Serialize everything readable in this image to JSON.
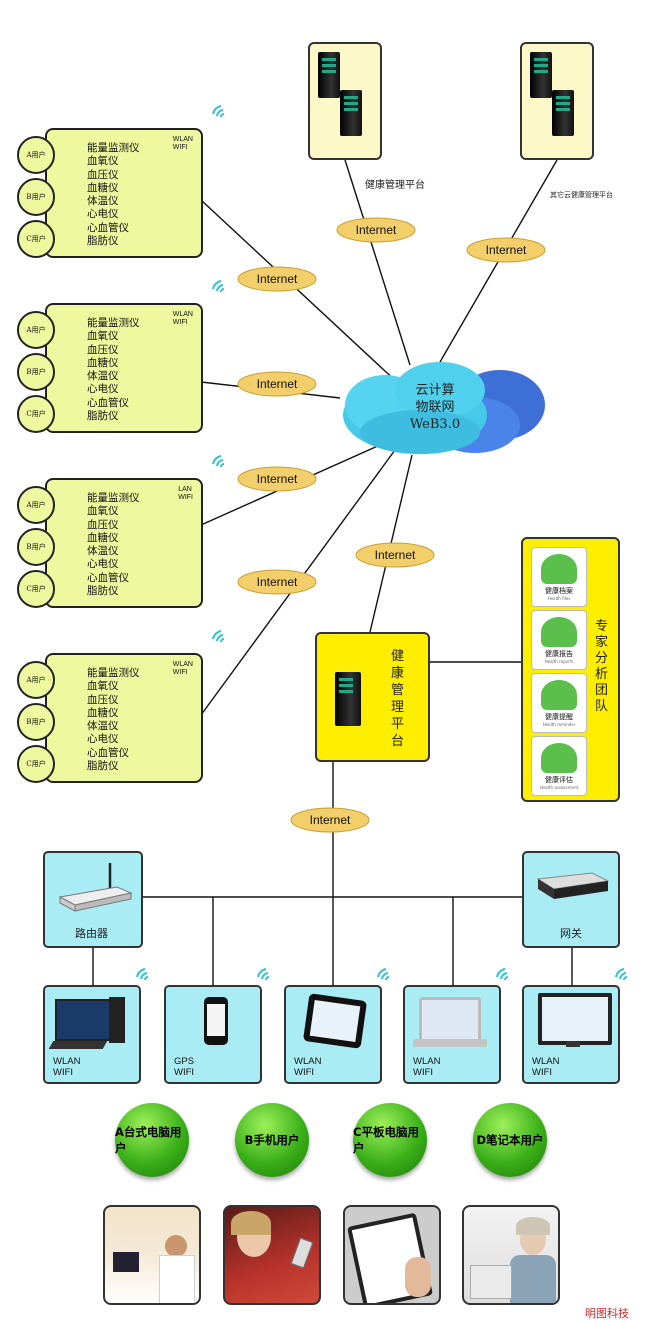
{
  "cloud": {
    "line1": "云计算",
    "line2": "物联网",
    "line3": "WeB3.0"
  },
  "internet_label": "Internet",
  "panels": [
    {
      "net": [
        "WLAN",
        "WIFI"
      ],
      "users": [
        "A用户",
        "B用户",
        "C用户"
      ],
      "devices": [
        "能量监测仪",
        "血氧仪",
        "血压仪",
        "血糖仪",
        "体温仪",
        "心电仪",
        "心血管仪",
        "脂肪仪"
      ]
    },
    {
      "net": [
        "WLAN",
        "WIFI"
      ],
      "users": [
        "A用户",
        "B用户",
        "C用户"
      ],
      "devices": [
        "能量监测仪",
        "血氧仪",
        "血压仪",
        "血糖仪",
        "体温仪",
        "心电仪",
        "心血管仪",
        "脂肪仪"
      ]
    },
    {
      "net": [
        "LAN",
        "WIFI"
      ],
      "users": [
        "A用户",
        "B用户",
        "C用户"
      ],
      "devices": [
        "能量监测仪",
        "血氧仪",
        "血压仪",
        "血糖仪",
        "体温仪",
        "心电仪",
        "心血管仪",
        "脂肪仪"
      ]
    },
    {
      "net": [
        "WLAN",
        "WIFI"
      ],
      "users": [
        "A用户",
        "B用户",
        "C用户"
      ],
      "devices": [
        "能量监测仪",
        "血氧仪",
        "血压仪",
        "血糖仪",
        "体温仪",
        "心电仪",
        "心血管仪",
        "脂肪仪"
      ]
    }
  ],
  "top_servers": {
    "left_caption": "健康管理平台",
    "right_caption": "其它云健康管理平台"
  },
  "platform": {
    "label_chars": [
      "健",
      "康",
      "管",
      "理",
      "平",
      "台"
    ]
  },
  "expert_team": {
    "label_chars": [
      "专",
      "家",
      "分",
      "析",
      "团",
      "队"
    ],
    "cards": [
      {
        "title": "健康档案",
        "subtitle": "Health files"
      },
      {
        "title": "健康报告",
        "subtitle": "Health reports"
      },
      {
        "title": "健康提醒",
        "subtitle": "Health reminder"
      },
      {
        "title": "健康评估",
        "subtitle": "Health assessment"
      }
    ]
  },
  "network": {
    "router_label": "路由器",
    "gateway_label": "网关"
  },
  "terminals": [
    {
      "line1": "WLAN",
      "line2": "WIFI"
    },
    {
      "line1": "GPS",
      "line2": "WIFI"
    },
    {
      "line1": "WLAN",
      "line2": "WIFI"
    },
    {
      "line1": "WLAN",
      "line2": "WIFI"
    },
    {
      "line1": "WLAN",
      "line2": "WIFI"
    }
  ],
  "user_types": [
    "A台式电脑用户",
    "B手机用户",
    "C平板电脑用户",
    "D笔记本用户"
  ],
  "watermark": "明图科技",
  "colors": {
    "panel": "#eef99f",
    "platform": "#ffee00",
    "terminal": "#a9ecf4",
    "cloud": "#45c9e8",
    "internet_tag": "#f2cf6a",
    "user_ball": "#3bb019"
  }
}
